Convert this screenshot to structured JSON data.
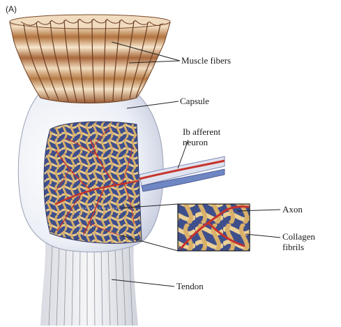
{
  "figure": {
    "panel_label": "(A)",
    "labels": {
      "muscle_fibers": "Muscle fibers",
      "capsule": "Capsule",
      "afferent_line1": "Ib afferent",
      "afferent_line2": "neuron",
      "axon": "Axon",
      "collagen_line1": "Collagen",
      "collagen_line2": "fibrils",
      "tendon": "Tendon"
    },
    "colors": {
      "capsule": "#eef0f6",
      "collagen": "#e8c98a",
      "interstitial": "#3f4f8c",
      "axon": "#c8322b",
      "muscle_stripe_light": "#f1dcc0",
      "muscle_stripe_dark": "#a9683c",
      "nerve_sheath": "#6e86c4"
    }
  }
}
